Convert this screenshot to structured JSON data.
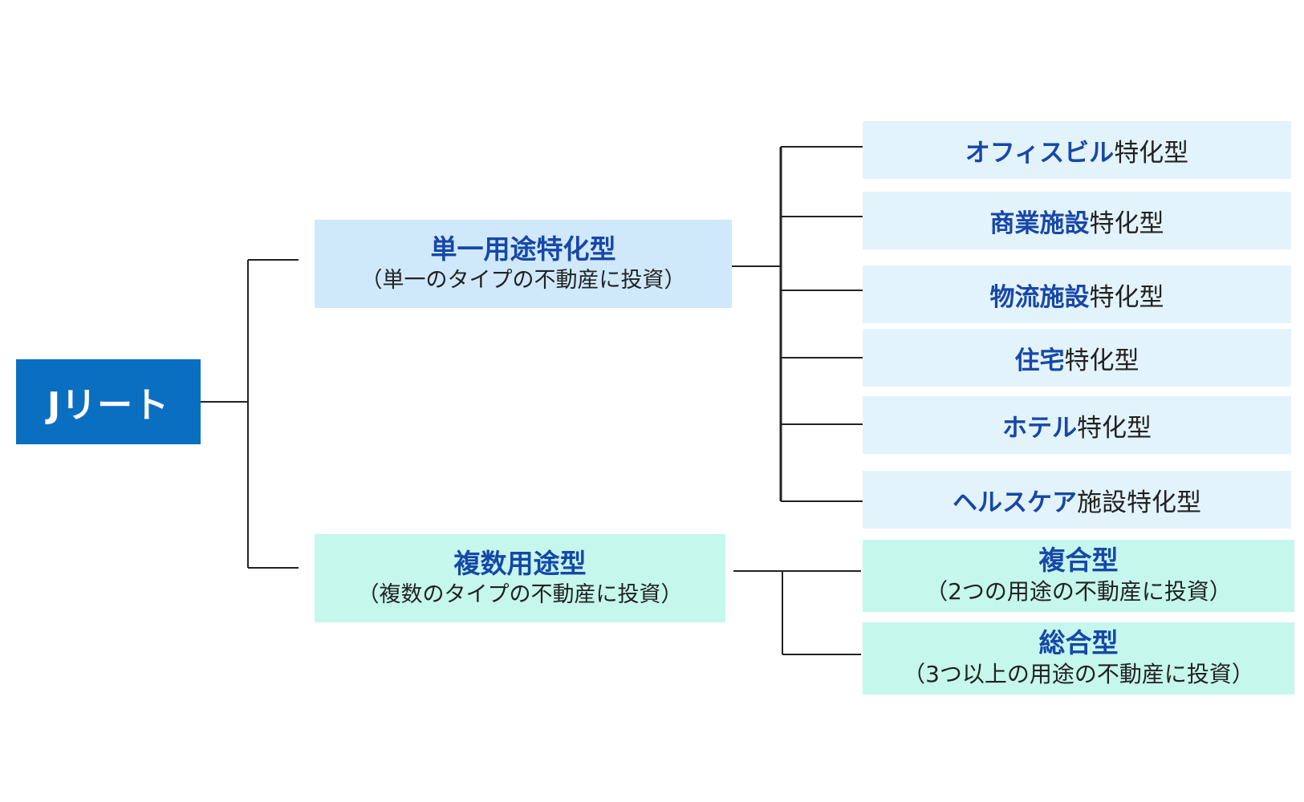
{
  "root": {
    "label": "Jリート"
  },
  "single_use": {
    "title": "単一用途特化型",
    "subtitle": "（単一のタイプの不動産に投資）",
    "children": [
      {
        "bold": "オフィスビル",
        "normal": "特化型"
      },
      {
        "bold": "商業施設",
        "normal": "特化型"
      },
      {
        "bold": "物流施設",
        "normal": "特化型"
      },
      {
        "bold": "住宅",
        "normal": "特化型"
      },
      {
        "bold": "ホテル",
        "normal": "特化型"
      },
      {
        "bold": "ヘルスケア",
        "normal": "施設特化型"
      }
    ]
  },
  "multi_use": {
    "title": "複数用途型",
    "subtitle": "（複数のタイプの不動産に投資）",
    "children": [
      {
        "title": "複合型",
        "subtitle": "（2つの用途の不動産に投資）"
      },
      {
        "title": "総合型",
        "subtitle": "（3つ以上の用途の不動産に投資）"
      }
    ]
  },
  "colors": {
    "root_fill": "#0b6fc1",
    "single_fill": "#cfe9fb",
    "multi_fill": "#c5f7ec",
    "leaf_fill": "#e3f3fc",
    "accent_text": "#1747a8"
  }
}
